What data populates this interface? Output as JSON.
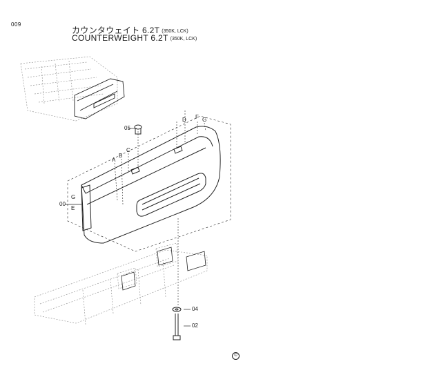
{
  "page_number": "009",
  "title": {
    "japanese": "カウンタウェイト 6.2T",
    "japanese_sub": "(350K, LCK)",
    "english": "COUNTERWEIGHT  6.2T",
    "english_sub": "(350K, LCK)"
  },
  "callouts": {
    "part_05": "05",
    "part_00": "00",
    "part_04": "04",
    "part_02": "02",
    "ref_A": "A",
    "ref_B": "B",
    "ref_C": "C",
    "ref_D": "D",
    "ref_E": "E",
    "ref_F": "F",
    "ref_G_left": "G",
    "ref_G_right": "G"
  },
  "footer_mark": "©",
  "colors": {
    "line": "#222222",
    "ghost": "#9a9a9a",
    "background": "#ffffff"
  }
}
